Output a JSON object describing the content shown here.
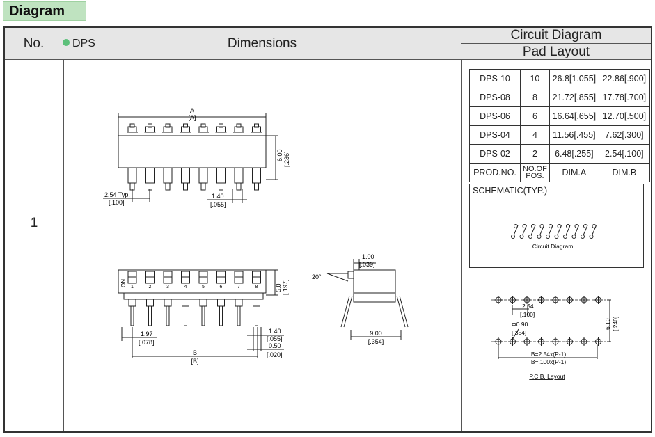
{
  "section_title": "Diagram",
  "header": {
    "no": "No.",
    "dimensions": "Dimensions",
    "circuit_diagram": "Circuit Diagram",
    "pad_layout": "Pad Layout"
  },
  "row": {
    "number": "1",
    "series": "DPS"
  },
  "top_view": {
    "dim_a": "A",
    "dim_a_in": "[A]",
    "height": "6.00",
    "height_in": "[.236]",
    "pitch": "2.54 Typ.",
    "pitch_in": "[.100]",
    "pin_w": "1.40",
    "pin_w_in": "[.055]"
  },
  "front_view": {
    "on_label": "ON",
    "pins": [
      "1",
      "2",
      "3",
      "4",
      "5",
      "6",
      "7",
      "8"
    ],
    "height": "5.0",
    "height_in": "[.197]",
    "edge": "1.97",
    "edge_in": "[.078]",
    "dim_b": "B",
    "dim_b_in": "[B]",
    "pin_w": "1.40",
    "pin_w_in": "[.055]",
    "pin_t": "0.50",
    "pin_t_in": "[.020]"
  },
  "side_view": {
    "angle": "20°",
    "top": "1.00",
    "top_in": "[.039]",
    "width": "9.00",
    "width_in": "[.354]"
  },
  "table": {
    "rows": [
      {
        "model": "DPS-10",
        "pos": "10",
        "dim_a": "26.8[1.055]",
        "dim_b": "22.86[.900]"
      },
      {
        "model": "DPS-08",
        "pos": "8",
        "dim_a": "21.72[.855]",
        "dim_b": "17.78[.700]"
      },
      {
        "model": "DPS-06",
        "pos": "6",
        "dim_a": "16.64[.655]",
        "dim_b": "12.70[.500]"
      },
      {
        "model": "DPS-04",
        "pos": "4",
        "dim_a": "11.56[.455]",
        "dim_b": "7.62[.300]"
      },
      {
        "model": "DPS-02",
        "pos": "2",
        "dim_a": "6.48[.255]",
        "dim_b": "2.54[.100]"
      }
    ],
    "head_model": "PROD.NO.",
    "head_pos_1": "NO.OF",
    "head_pos_2": "POS.",
    "head_dim_a": "DIM.A",
    "head_dim_b": "DIM.B"
  },
  "schematic": {
    "title": "SCHEMATIC(TYP.)",
    "caption": "Circuit Diagram"
  },
  "pcb": {
    "pitch": "2.54",
    "pitch_in": "[.100]",
    "hole": "Φ0.90",
    "hole_in": "[.354]",
    "row_gap": "6.10",
    "row_gap_in": "[.240]",
    "b_formula": "B=2.54x(P-1)",
    "b_formula_in": "[B=.100x(P-1)]",
    "caption": "P.C.B. Layout"
  },
  "colors": {
    "header_bg": "#e6e6e6",
    "badge_bg": "#bfe3c0",
    "dot": "#5cc07a"
  }
}
